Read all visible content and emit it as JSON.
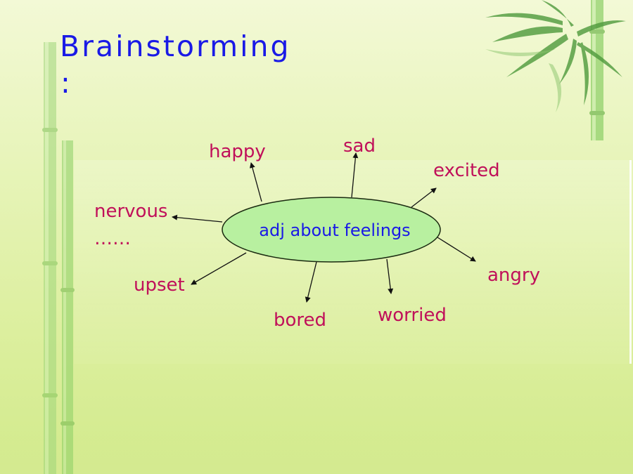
{
  "slide": {
    "title": "Brainstorming",
    "title_suffix": ":",
    "center_label": "adj about feelings",
    "words": [
      "happy",
      "sad",
      "excited",
      "nervous",
      "……",
      "upset",
      "bored",
      "worried",
      "angry"
    ]
  },
  "colors": {
    "title": "#1a1ae6",
    "word": "#c0105a",
    "ellipse_fill": "#b8f0a0",
    "ellipse_stroke": "#1a2a10",
    "background": "#e7f4b9"
  },
  "icons": [
    "bamboo-stalk-icon",
    "bamboo-leaves-icon"
  ]
}
